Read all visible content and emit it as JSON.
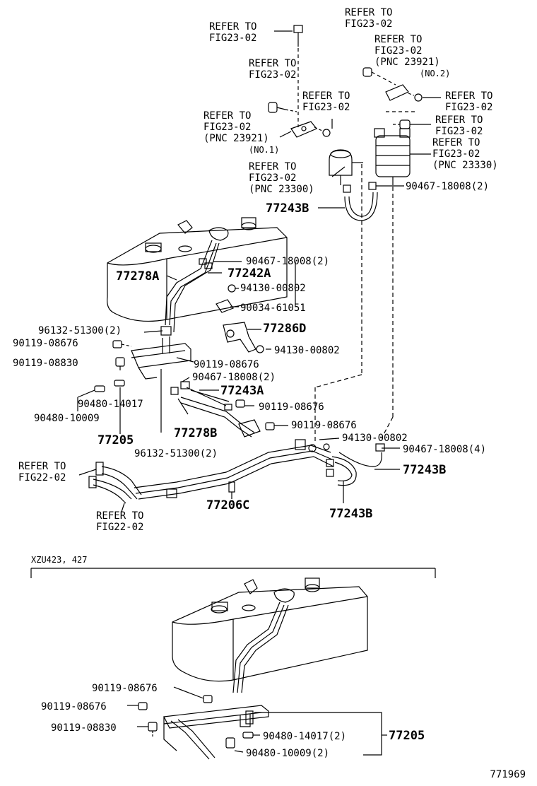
{
  "diagram_id": "771969",
  "variant_label": "XZU423, 427",
  "labels": {
    "refer_fig23_02_a": [
      "REFER TO",
      "FIG23-02"
    ],
    "refer_fig23_02_b": [
      "REFER TO",
      "FIG23-02"
    ],
    "refer_fig23_02_c": [
      "REFER TO",
      "FIG23-02"
    ],
    "refer_fig23_02_pnc23921_no1": [
      "REFER TO",
      "FIG23-02",
      "(PNC 23921)",
      "(NO.1)"
    ],
    "refer_fig23_02_d": [
      "REFER TO",
      "FIG23-02"
    ],
    "refer_fig23_02_pnc23921_no2": [
      "REFER TO",
      "FIG23-02",
      "(PNC 23921)",
      "(NO.2)"
    ],
    "refer_fig23_02_e": [
      "REFER TO",
      "FIG23-02"
    ],
    "refer_fig23_02_f": [
      "REFER TO",
      "FIG23-02"
    ],
    "refer_fig23_02_pnc23330": [
      "REFER TO",
      "FIG23-02",
      "(PNC 23330)"
    ],
    "refer_fig23_02_pnc23300": [
      "REFER TO",
      "FIG23-02",
      "(PNC 23300)"
    ],
    "refer_fig22_02_a": [
      "REFER TO",
      "FIG22-02"
    ],
    "refer_fig22_02_b": [
      "REFER TO",
      "FIG22-02"
    ]
  },
  "parts": {
    "p90467_18008_2a": "90467-18008(2)",
    "p77243B_a": "77243B",
    "p90467_18008_2b": "90467-18008(2)",
    "p77278A": "77278A",
    "p77242A": "77242A",
    "p94130_00802_a": "94130-00802",
    "p90034_61051": "90034-61051",
    "p77286D": "77286D",
    "p96132_51300_2a": "96132-51300(2)",
    "p90119_08676_a": "90119-08676",
    "p94130_00802_b": "94130-00802",
    "p90119_08830_a": "90119-08830",
    "p90119_08676_b": "90119-08676",
    "p90467_18008_2c": "90467-18008(2)",
    "p77243A": "77243A",
    "p90480_14017": "90480-14017",
    "p90119_08676_c": "90119-08676",
    "p90480_10009": "90480-10009",
    "p77278B": "77278B",
    "p90119_08676_d": "90119-08676",
    "p77205_a": "77205",
    "p94130_00802_c": "94130-00802",
    "p96132_51300_2b": "96132-51300(2)",
    "p90467_18008_4": "90467-18008(4)",
    "p77243B_b": "77243B",
    "p77206C": "77206C",
    "p77243B_c": "77243B",
    "p90119_08676_e": "90119-08676",
    "p90119_08676_f": "90119-08676",
    "p90119_08830_b": "90119-08830",
    "p90480_14017_2": "90480-14017(2)",
    "p77205_b": "77205",
    "p90480_10009_2": "90480-10009(2)"
  }
}
